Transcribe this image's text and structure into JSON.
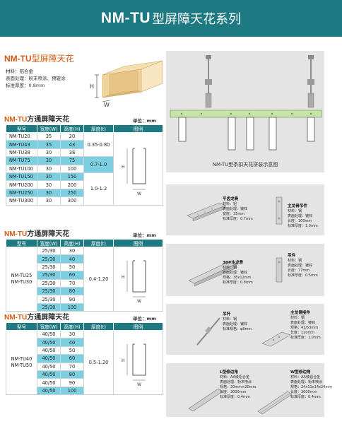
{
  "banner": {
    "title_bold": "NM-TU",
    "title_rest": "型屏障天花系列"
  },
  "intro": {
    "title_bold": "NM-TU",
    "title_rest": "型屏障天花",
    "specs": [
      "材料：铝合金",
      "表面处理：粉末喷涂、预辊涂",
      "标准厚度：0.8mm"
    ],
    "dim_h": "H",
    "dim_w": "W"
  },
  "table1": {
    "title_bold": "NM-TU",
    "title_rest": "方通屏障天花",
    "unit": "单位：mm",
    "headers": [
      "型号",
      "宽度(W)",
      "高度(H)",
      "厚度(t)",
      "图例"
    ],
    "rows": [
      [
        "NM-TU20",
        "35",
        "20"
      ],
      [
        "NM-TU43",
        "35",
        "43"
      ],
      [
        "NM-TU38",
        "30",
        "38"
      ],
      [
        "NM-TU75",
        "30",
        "75"
      ],
      [
        "NM-TU100",
        "30",
        "100"
      ],
      [
        "NM-TU150",
        "30",
        "150"
      ],
      [
        "NM-TU200",
        "30",
        "200"
      ],
      [
        "NM-TU250",
        "30",
        "250"
      ],
      [
        "NM-TU300",
        "30",
        "300"
      ]
    ],
    "thickness": [
      "0.35-0.80",
      "0.7-1.0",
      "1.0-1.2"
    ],
    "dim_h": "H",
    "dim_w": "W"
  },
  "table2": {
    "title_bold": "NM-TU",
    "title_rest": "方通屏障天花",
    "unit": "单位：mm",
    "headers": [
      "型号",
      "宽度(W)",
      "高度(H)",
      "厚度(t)",
      "图例"
    ],
    "model_1": "NM-TU25",
    "model_2": "NM-TU30",
    "rows": [
      [
        "25/30",
        "30"
      ],
      [
        "25/30",
        "40"
      ],
      [
        "25/30",
        "50"
      ],
      [
        "25/30",
        "60"
      ],
      [
        "25/30",
        "70"
      ],
      [
        "25/30",
        "80"
      ],
      [
        "25/30",
        "90"
      ],
      [
        "25/30",
        "100"
      ]
    ],
    "thickness": "0.4-1.20",
    "dim_h": "H",
    "dim_w": "W"
  },
  "table3": {
    "title_bold": "NM-TU",
    "title_rest": "方通屏障天花",
    "unit": "单位：mm",
    "headers": [
      "型号",
      "宽度(W)",
      "高度(H)",
      "厚度(t)",
      "图例"
    ],
    "model_1": "NM-TU40",
    "model_2": "NM-TU50",
    "rows": [
      [
        "40/50",
        "30"
      ],
      [
        "40/50",
        "40"
      ],
      [
        "40/50",
        "50"
      ],
      [
        "40/50",
        "60"
      ],
      [
        "40/50",
        "70"
      ],
      [
        "40/50",
        "80"
      ],
      [
        "40/50",
        "90"
      ],
      [
        "40/50",
        "100"
      ]
    ],
    "thickness": "0.5-1.20",
    "dim_h": "H",
    "dim_w": "W"
  },
  "panels": {
    "install_caption": "NM-TU型条扣天花拼装示意图",
    "p2": [
      {
        "name": "平齿龙骨",
        "lines": [
          "材料：铝",
          "表面处理：镀锌",
          "宽度：35mm",
          "标准厚度：0.7mm"
        ]
      },
      {
        "name": "主龙骨吊件",
        "lines": [
          "材料：钢",
          "表面处理：镀锌",
          "长度：100mm",
          "标准厚度：1.0mm"
        ]
      }
    ],
    "p3": [
      {
        "name": "38#主龙骨",
        "lines": [
          "材料：钢",
          "表面处理：镀锌",
          "规格：38x12mm",
          "标准厚度：0.8mm"
        ]
      },
      {
        "name": "吊件",
        "lines": [
          "材料：钢",
          "表面处理：镀锌",
          "长度：77mm",
          "标准厚度：0.5mm"
        ]
      }
    ],
    "p4": [
      {
        "name": "吊杆",
        "lines": [
          "材料：钢",
          "表面处理：镀锌",
          "标准规格：φ8mm"
        ]
      },
      {
        "name": "主龙骨接件",
        "lines": [
          "材料：钢",
          "表面处理：镀锌",
          "规格：41/53mm",
          "长度：120mm",
          "标准厚度：1.0mm"
        ]
      }
    ],
    "p5": [
      {
        "name": "L型修边角",
        "lines": [
          "材料：AA级铝合金",
          "表面处理：粉末喷涂",
          "规格：20mm×20mm",
          "长度：3000mm",
          "标准厚度：0.4mm"
        ]
      },
      {
        "name": "W型修边角",
        "lines": [
          "材料：AA级铝合金",
          "表面处理：粉末喷涂",
          "规格：24x11x14x24mm",
          "长度：3000mm",
          "标准厚度：0.4mm"
        ]
      }
    ]
  }
}
